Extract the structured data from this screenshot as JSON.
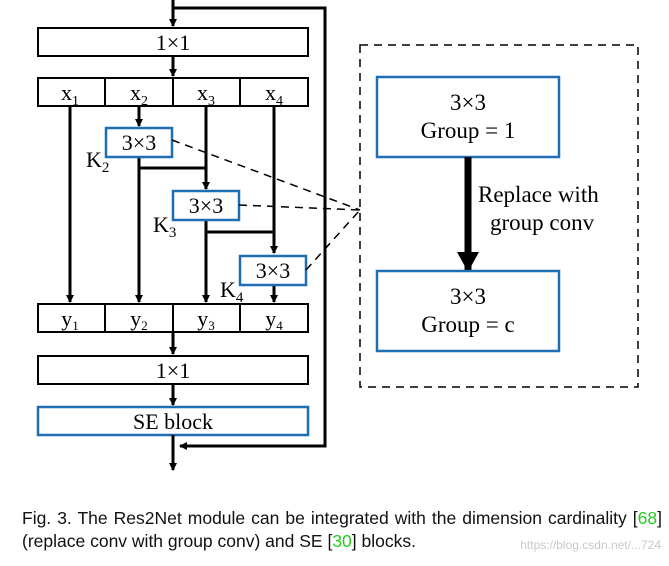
{
  "diagram": {
    "top_conv": "1×1",
    "splits": [
      "x",
      "x",
      "x",
      "x"
    ],
    "split_subs": [
      "1",
      "2",
      "3",
      "4"
    ],
    "group_conv_labels": [
      "3×3",
      "3×3",
      "3×3"
    ],
    "k_labels": [
      "K",
      "K",
      "K"
    ],
    "k_subs": [
      "2",
      "3",
      "4"
    ],
    "outputs": [
      "y",
      "y",
      "y",
      "y"
    ],
    "output_subs": [
      "1",
      "2",
      "3",
      "4"
    ],
    "bottom_conv": "1×1",
    "se_block": "SE block",
    "inset": {
      "box1_line1": "3×3",
      "box1_line2": "Group = 1",
      "arrow_label_line1": "Replace with",
      "arrow_label_line2": "group conv",
      "box2_line1": "3×3",
      "box2_line2": "Group = c"
    }
  },
  "caption": {
    "part1": "Fig. 3. The Res2Net module can be integrated with the dimension cardinality [",
    "ref1": "68",
    "part2": "] (replace conv with group conv) and SE [",
    "ref2": "30",
    "part3": "] blocks."
  },
  "watermark": "https://blog.csdn.net/...724",
  "colors": {
    "blue_border": "#1f6db3",
    "black": "#000000",
    "ref_green": "#22cc22"
  }
}
